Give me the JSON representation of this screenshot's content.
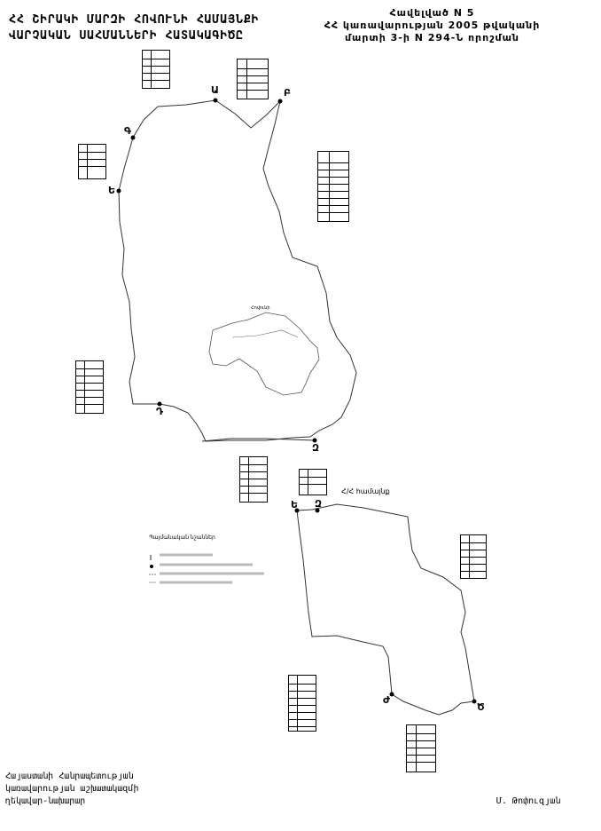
{
  "header": {
    "title_left_line1": "ՀՀ ՇԻՐԱԿԻ ՄԱՐԶԻ ՀՈՎՈՒՆԻ ՀԱՄԱՅՆՔԻ",
    "title_left_line2": "ՎԱՐՉԱԿԱՆ ՍԱՀՄԱՆՆԵՐԻ ՀԱՏԱԿԱԳԻԾԸ",
    "annex_line1": "Հավելված N 5",
    "annex_line2": "ՀՀ կառավարության 2005 թվականի",
    "annex_line3": "մարտի 3-ի N 294-Ն որոշման"
  },
  "map": {
    "points": [
      "Ա",
      "Բ",
      "Գ",
      "Ե",
      "Դ",
      "Զ",
      "Ե",
      "Զ",
      "Ժ",
      "Ծ"
    ],
    "inset_label": "Հ/Հ համայնք",
    "settlement_label": "Հովունի"
  },
  "legend": {
    "title": "Պայմանական նշաններ"
  },
  "footer": {
    "left_line1": "Հայաստանի Հանրապետության",
    "left_line2": "կառավարության աշխատակազմի",
    "left_line3": "ղեկավար-նախարար",
    "signatory": "Մ. Թոփուզյան"
  }
}
